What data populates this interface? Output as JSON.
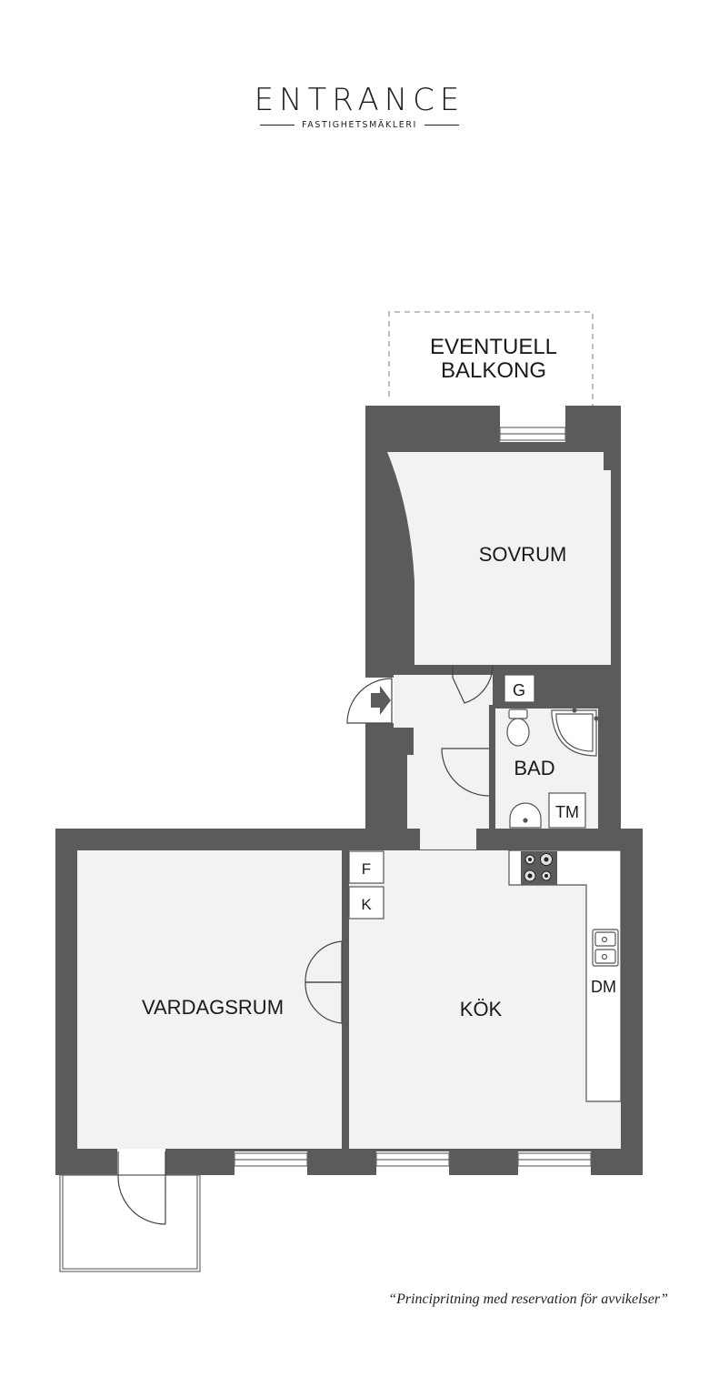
{
  "brand": {
    "name": "ENTRANCE",
    "tagline": "FASTIGHETSMÄKLERI"
  },
  "rooms": {
    "balcony_optional_line1": "EVENTUELL",
    "balcony_optional_line2": "BALKONG",
    "bedroom": "SOVRUM",
    "bathroom": "BAD",
    "wardrobe": "G",
    "washer": "TM",
    "living_room": "VARDAGSRUM",
    "kitchen": "KÖK",
    "fridge": "F",
    "freezer": "K",
    "dishwasher": "DM"
  },
  "disclaimer": "“Principritning med reservation för avvikelser”",
  "colors": {
    "wall": "#5b5b5b",
    "floor": "#f2f2f2",
    "line": "#555555"
  }
}
